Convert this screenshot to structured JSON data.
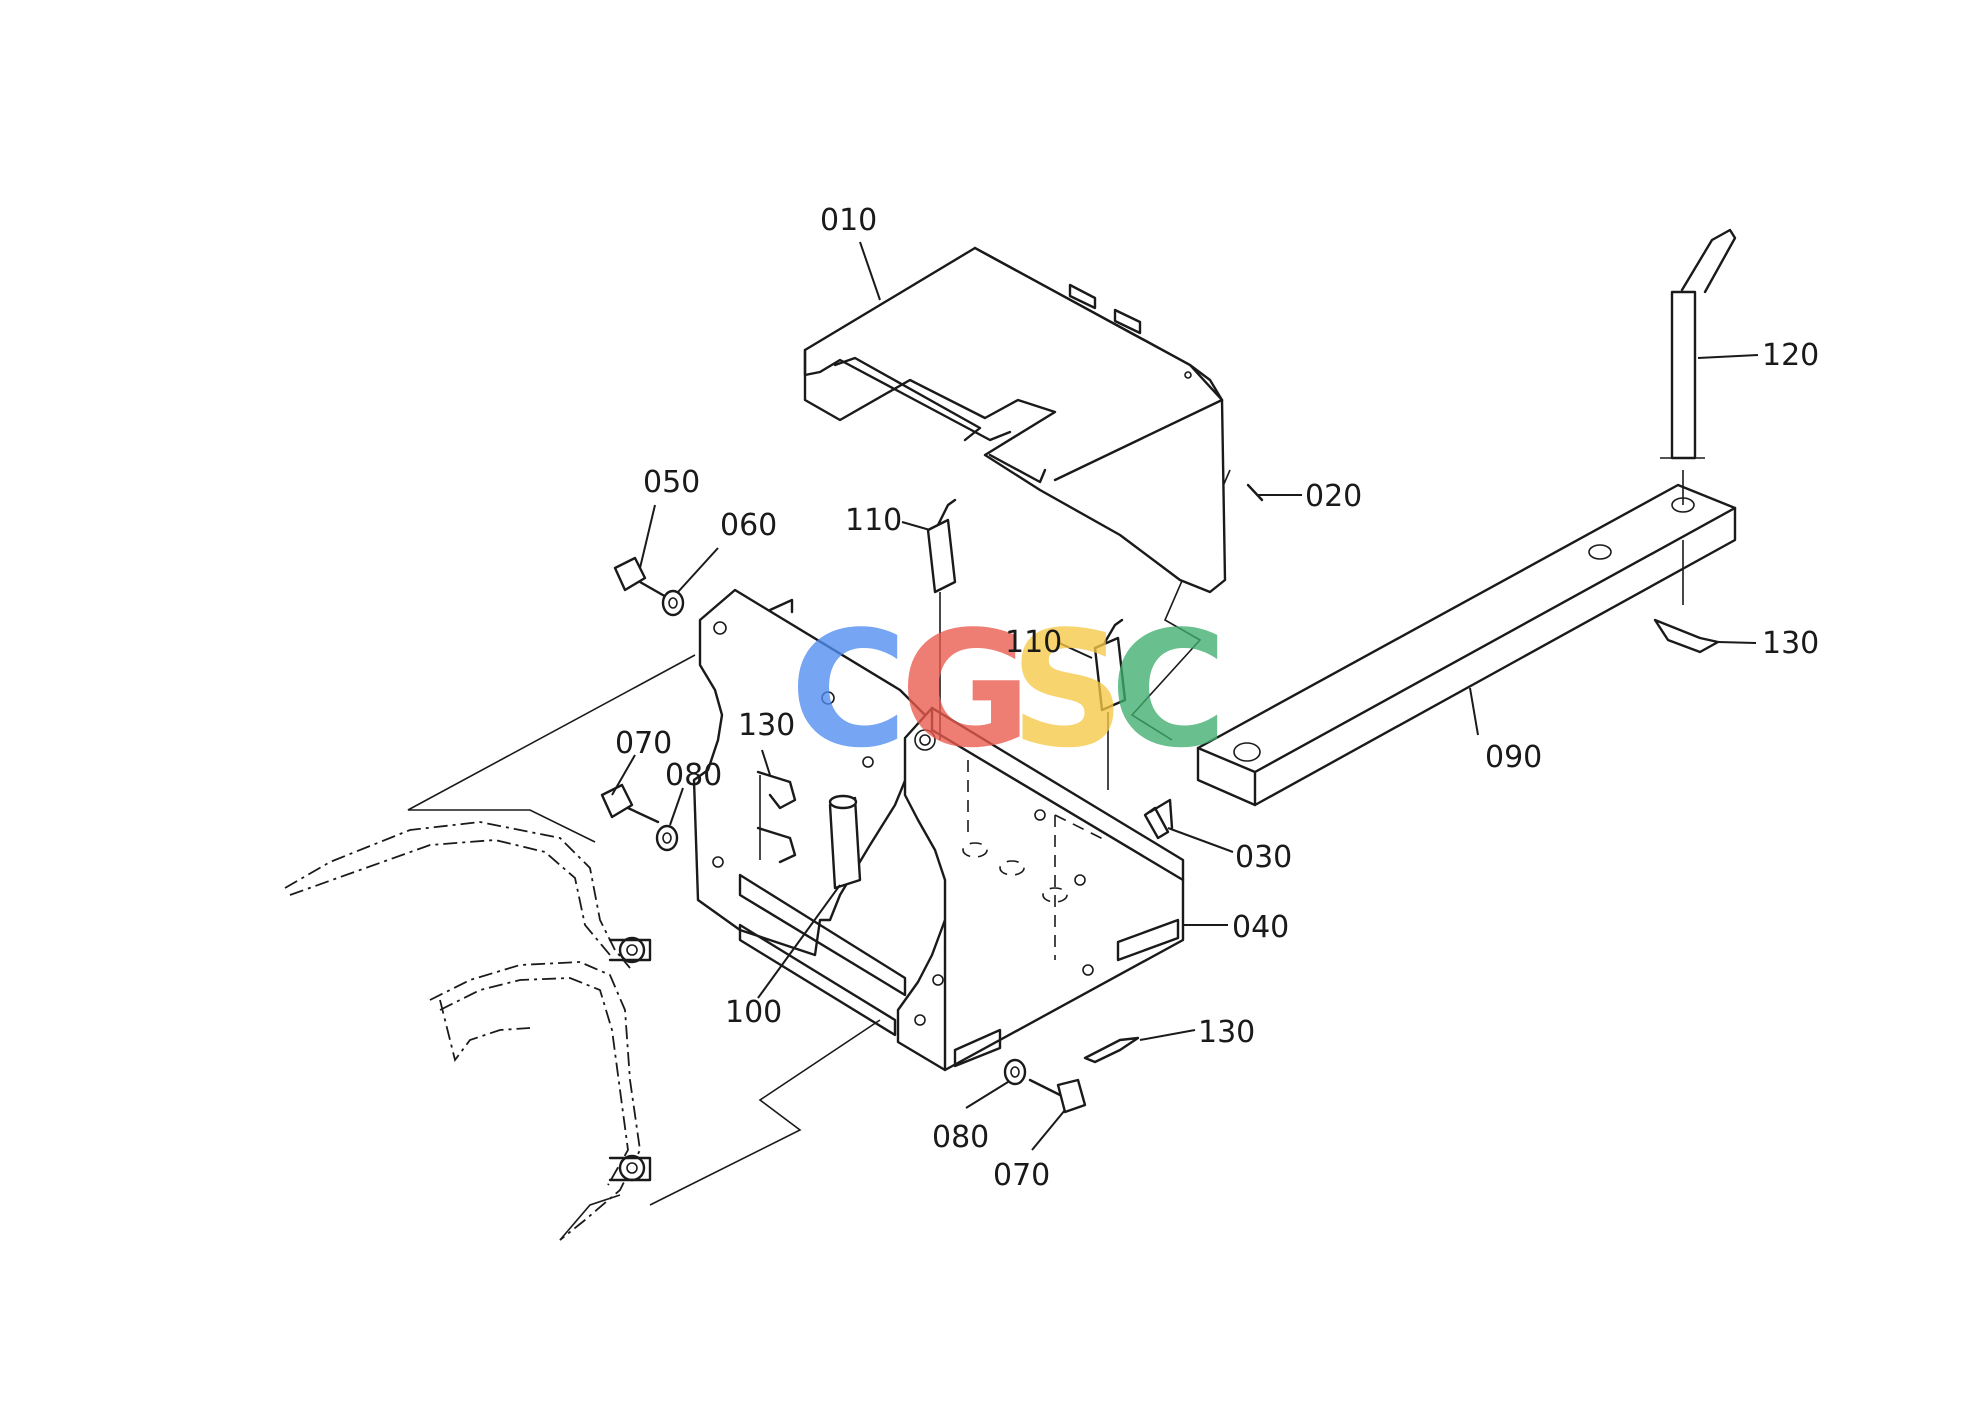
{
  "labels": {
    "p010": "010",
    "p020": "020",
    "p030": "030",
    "p040": "040",
    "p050": "050",
    "p060": "060",
    "p070a": "070",
    "p080a": "080",
    "p070b": "070",
    "p080b": "080",
    "p090": "090",
    "p100": "100",
    "p110a": "110",
    "p110b": "110",
    "p120": "120",
    "p130a": "130",
    "p130b": "130",
    "p130c": "130"
  },
  "watermark": {
    "letters": [
      "C",
      "G",
      "S",
      "C"
    ],
    "colors": [
      "#4f8cf0",
      "#ea5a4e",
      "#f6c846",
      "#3fae6e"
    ]
  }
}
